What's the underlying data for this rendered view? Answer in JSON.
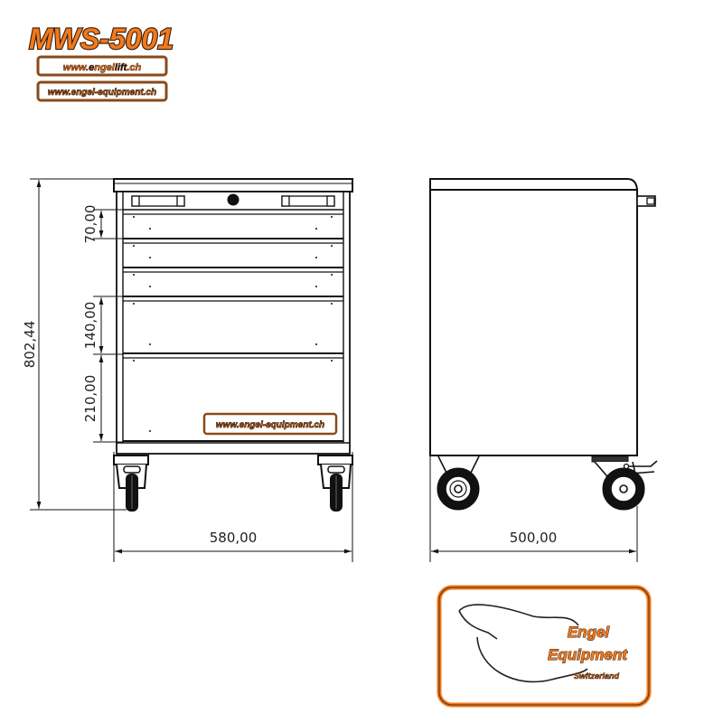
{
  "header": {
    "model": "MWS-5001",
    "url1_prefix": "www.",
    "url1_e": "e",
    "url1_rest": "ngel",
    "url1_l": "lift",
    "url1_tld": ".ch",
    "url2": "www.engel-equipment.ch"
  },
  "front_view": {
    "dimensions": {
      "total_height": "802,44",
      "drawer_small": "70,00",
      "drawer_medium": "140,00",
      "drawer_large": "210,00",
      "width": "580,00"
    },
    "badge_url": "www.engel-equipment.ch"
  },
  "side_view": {
    "dimensions": {
      "depth": "500,00"
    }
  },
  "logo": {
    "line1": "Engel",
    "line2": "Equipment",
    "line3": "Switzerland"
  },
  "colors": {
    "brand_orange": "#f07a1e",
    "brand_dark": "#5a2a0a",
    "line": "#111111"
  }
}
